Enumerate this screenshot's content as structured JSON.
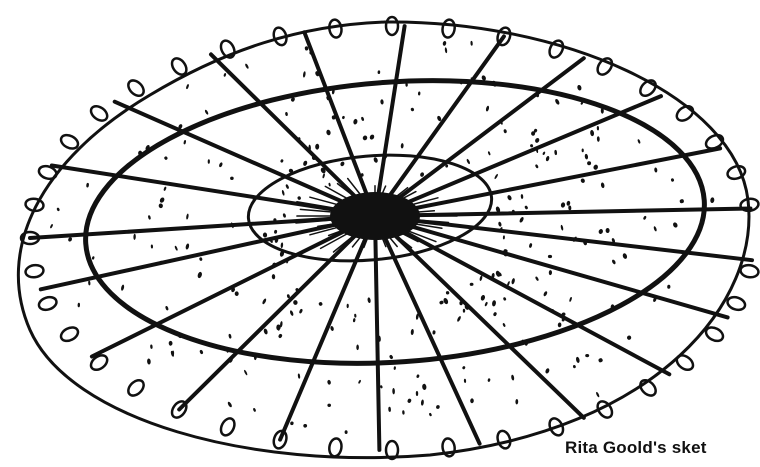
{
  "caption": "Rita Goold's sket",
  "ink_color": "#111111",
  "background": "#ffffff",
  "parts": {
    "outer_rim": "outer-oval-rim",
    "middle_ring": "middle-oval-ring",
    "inner_ring": "inner-oval-ring",
    "center": "dark-center-mass",
    "spokes": "radiating-spokes",
    "stippling": "stipple-dots",
    "rim_loops": "rim-loop-marks"
  }
}
